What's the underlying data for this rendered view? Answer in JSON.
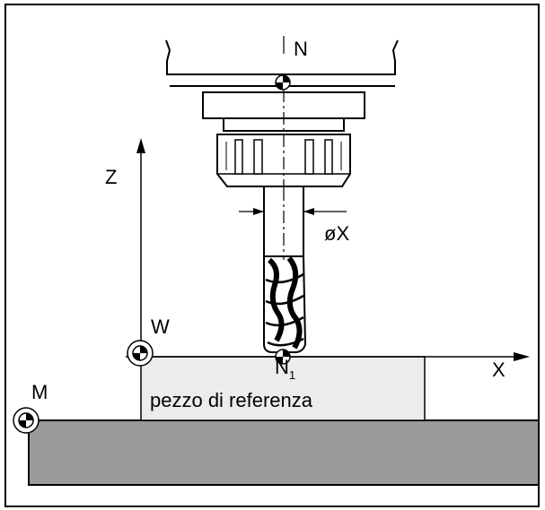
{
  "labels": {
    "spindle_point": "N",
    "axis_z": "Z",
    "workpiece_zero": "W",
    "machine_zero": "M",
    "axis_x": "X",
    "tool_point": "N",
    "tool_point_subscript": "1",
    "diameter": "øX",
    "reference_part": "pezzo di referenza"
  },
  "colors": {
    "line": "#000000",
    "reference_part": "#ececec",
    "machine_table": "#9a9a9a",
    "background": "#ffffff"
  },
  "symbols": {
    "zero_point_marker": "quartered-circle-icon"
  }
}
